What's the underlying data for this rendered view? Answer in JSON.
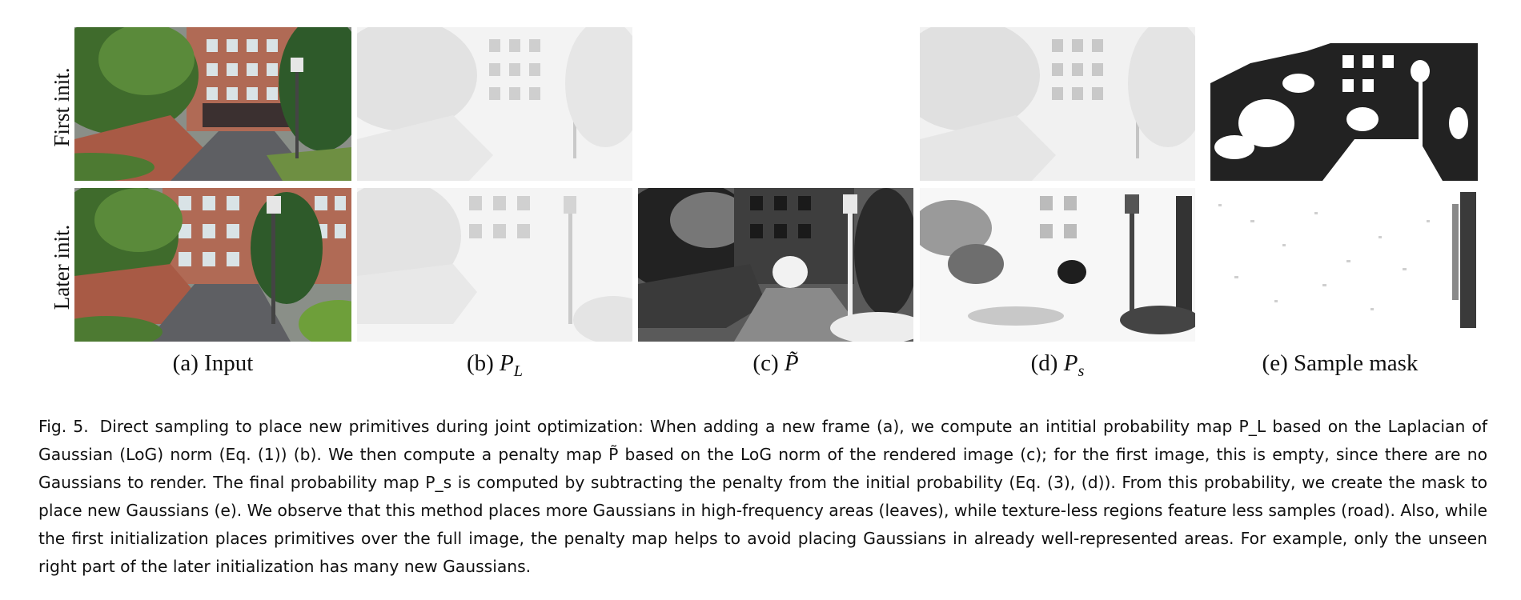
{
  "row_labels": {
    "first": "First init.",
    "later": "Later init."
  },
  "columns": [
    {
      "prefix": "(a) Input",
      "symbol": "",
      "sub": ""
    },
    {
      "prefix": "(b) ",
      "symbol": "P",
      "sub": "L"
    },
    {
      "prefix": "(c) ",
      "symbol": "P̃",
      "sub": ""
    },
    {
      "prefix": "(d) ",
      "symbol": "P",
      "sub": "s"
    },
    {
      "prefix": "(e) Sample mask",
      "symbol": "",
      "sub": ""
    }
  ],
  "panels": {
    "a1": "input photo, first initialization",
    "a2": "input photo, later initialization",
    "b1": "initial probability map, first init.",
    "b2": "initial probability map, later init.",
    "c1": "penalty map, first init. (empty)",
    "c2": "penalty map, later init.",
    "d1": "final probability map, first init.",
    "d2": "final probability map, later init.",
    "e1": "sample mask, first init.",
    "e2": "sample mask, later init."
  },
  "caption": {
    "figure_number": "Fig. 5.",
    "text": "Direct sampling to place new primitives during joint optimization: When adding a new frame (a), we compute an intitial probability map P_L based on the Laplacian of Gaussian (LoG) norm (Eq. (1)) (b). We then compute a penalty map P̃ based on the LoG norm of the rendered image (c); for the first image, this is empty, since there are no Gaussians to render. The final probability map P_s is computed by subtracting the penalty from the initial probability (Eq. (3), (d)). From this probability, we create the mask to place new Gaussians (e). We observe that this method places more Gaussians in high-frequency areas (leaves), while texture-less regions feature less samples (road). Also, while the first initialization places primitives over the full image, the penalty map helps to avoid placing Gaussians in already well-represented areas. For example, only the unseen right part of the later initialization has many new Gaussians."
  }
}
